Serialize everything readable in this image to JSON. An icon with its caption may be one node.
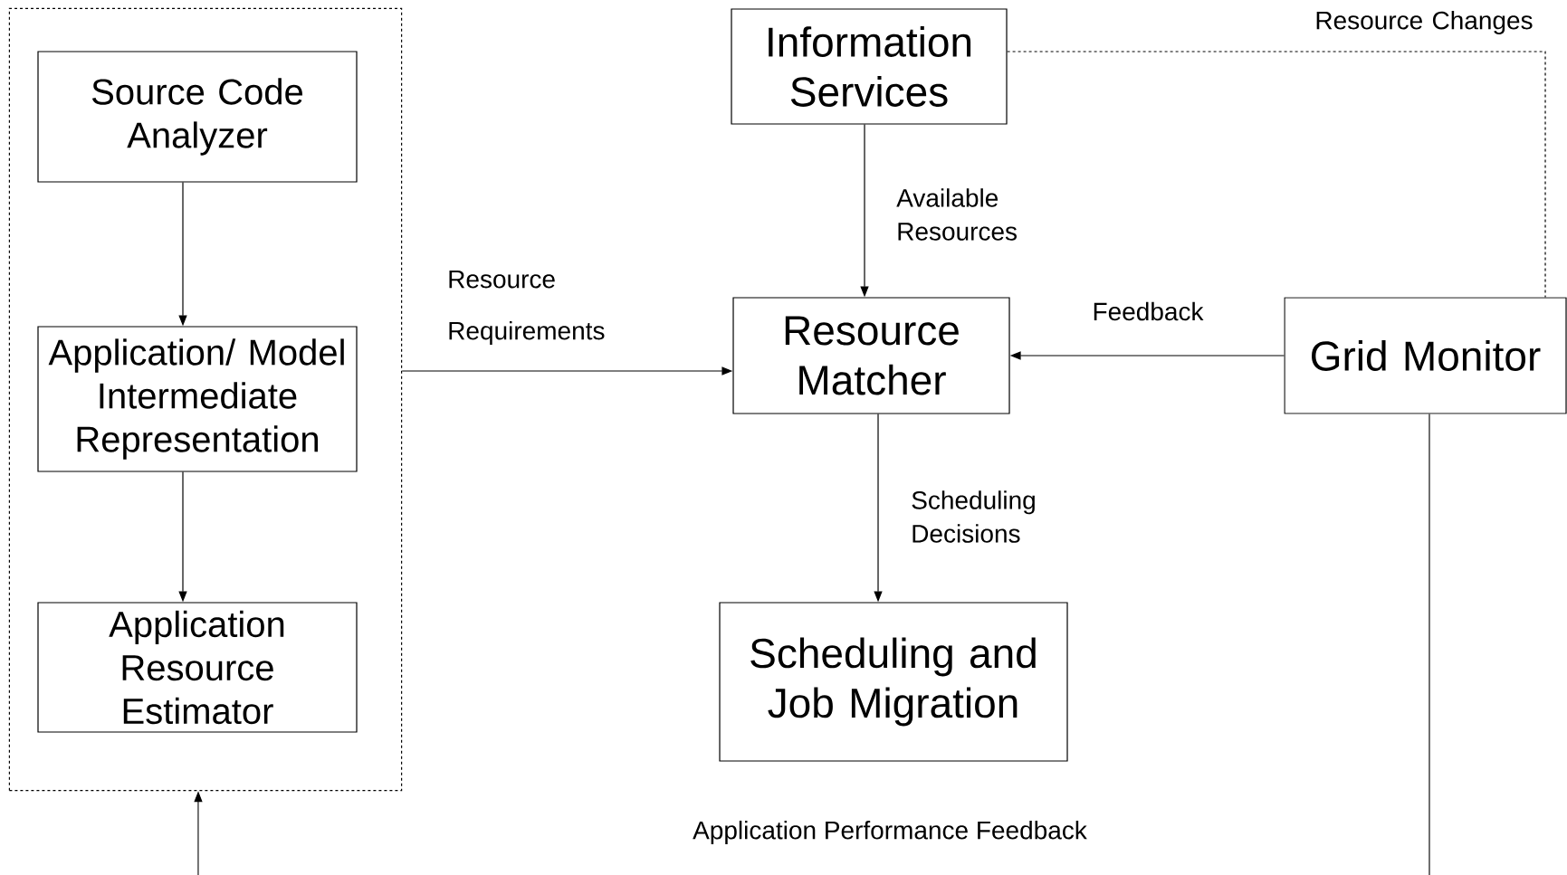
{
  "diagram": {
    "nodes": [
      {
        "text": [],
        "shape": "box"
      },
      {
        "text": [
          "Source Code Analyzer"
        ],
        "in": 0
      },
      {
        "text": [
          "Application/ Model Intermediate Representation"
        ],
        "in": 0
      },
      {
        "text": [
          "Application Resource Estimator"
        ],
        "in": 0
      },
      {
        "text": [
          "Information Services"
        ]
      },
      {
        "text": [
          "Resource Matcher"
        ]
      },
      {
        "text": [
          "Scheduling and Job Migration"
        ]
      },
      {
        "text": [
          "Grid Monitor"
        ]
      }
    ],
    "edges": [
      {
        "from": 1,
        "to": 2,
        "arrow": "to"
      },
      {
        "from": 2,
        "to": 3,
        "arrow": "to"
      },
      {
        "from": 0,
        "to": 5,
        "arrow": "to",
        "label": "Resource Requirements"
      },
      {
        "from": 4,
        "to": 5,
        "arrow": "to",
        "label": "Available Resources"
      },
      {
        "from": 7,
        "to": 5,
        "arrow": "to",
        "label": "Feedback"
      },
      {
        "from": 5,
        "to": 6,
        "arrow": "to",
        "label": "Scheduling Decisions"
      },
      {
        "from": 4,
        "to": 7,
        "arrow": "none",
        "style": "dashed",
        "label": "Resource Changes"
      },
      {
        "from": 7,
        "to": null,
        "arrow": "none"
      },
      {
        "from": null,
        "to": 0,
        "arrow": "to"
      }
    ],
    "labels": [
      "Application Performance Feedback"
    ]
  }
}
